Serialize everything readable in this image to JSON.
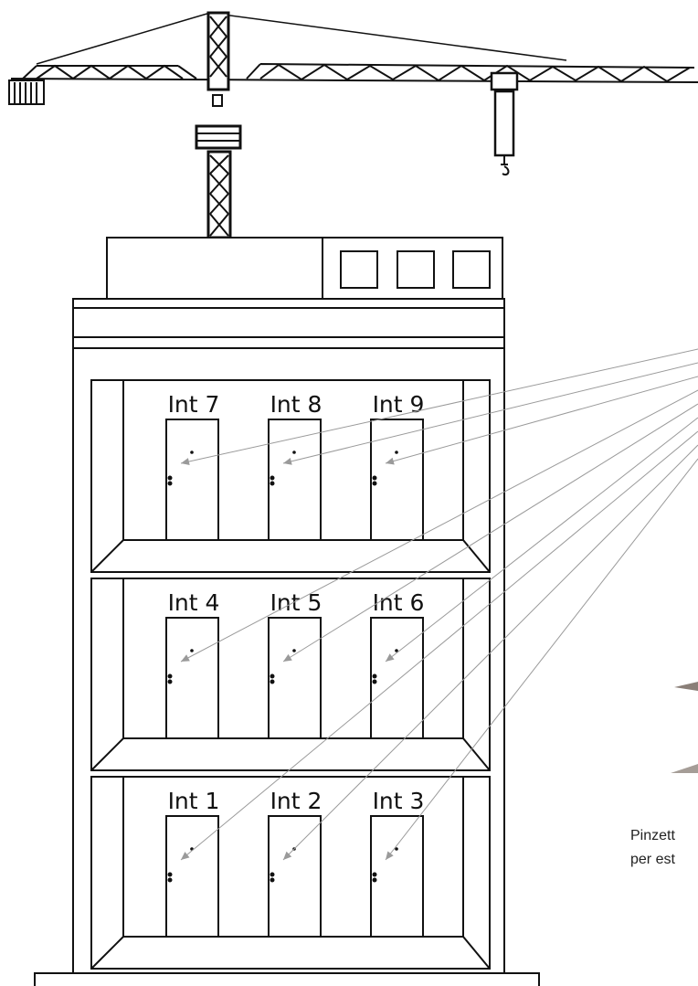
{
  "units": [
    {
      "label": "Int 7",
      "floor": 3,
      "pos": 0
    },
    {
      "label": "Int 8",
      "floor": 3,
      "pos": 1
    },
    {
      "label": "Int 9",
      "floor": 3,
      "pos": 2
    },
    {
      "label": "Int 4",
      "floor": 2,
      "pos": 0
    },
    {
      "label": "Int 5",
      "floor": 2,
      "pos": 1
    },
    {
      "label": "Int 6",
      "floor": 2,
      "pos": 2
    },
    {
      "label": "Int 1",
      "floor": 1,
      "pos": 0
    },
    {
      "label": "Int 2",
      "floor": 1,
      "pos": 1
    },
    {
      "label": "Int 3",
      "floor": 1,
      "pos": 2
    }
  ],
  "caption": {
    "line1": "Pinzett",
    "line2": "per est"
  },
  "colors": {
    "line": "#111111",
    "pointer": "#9a9a9a"
  }
}
